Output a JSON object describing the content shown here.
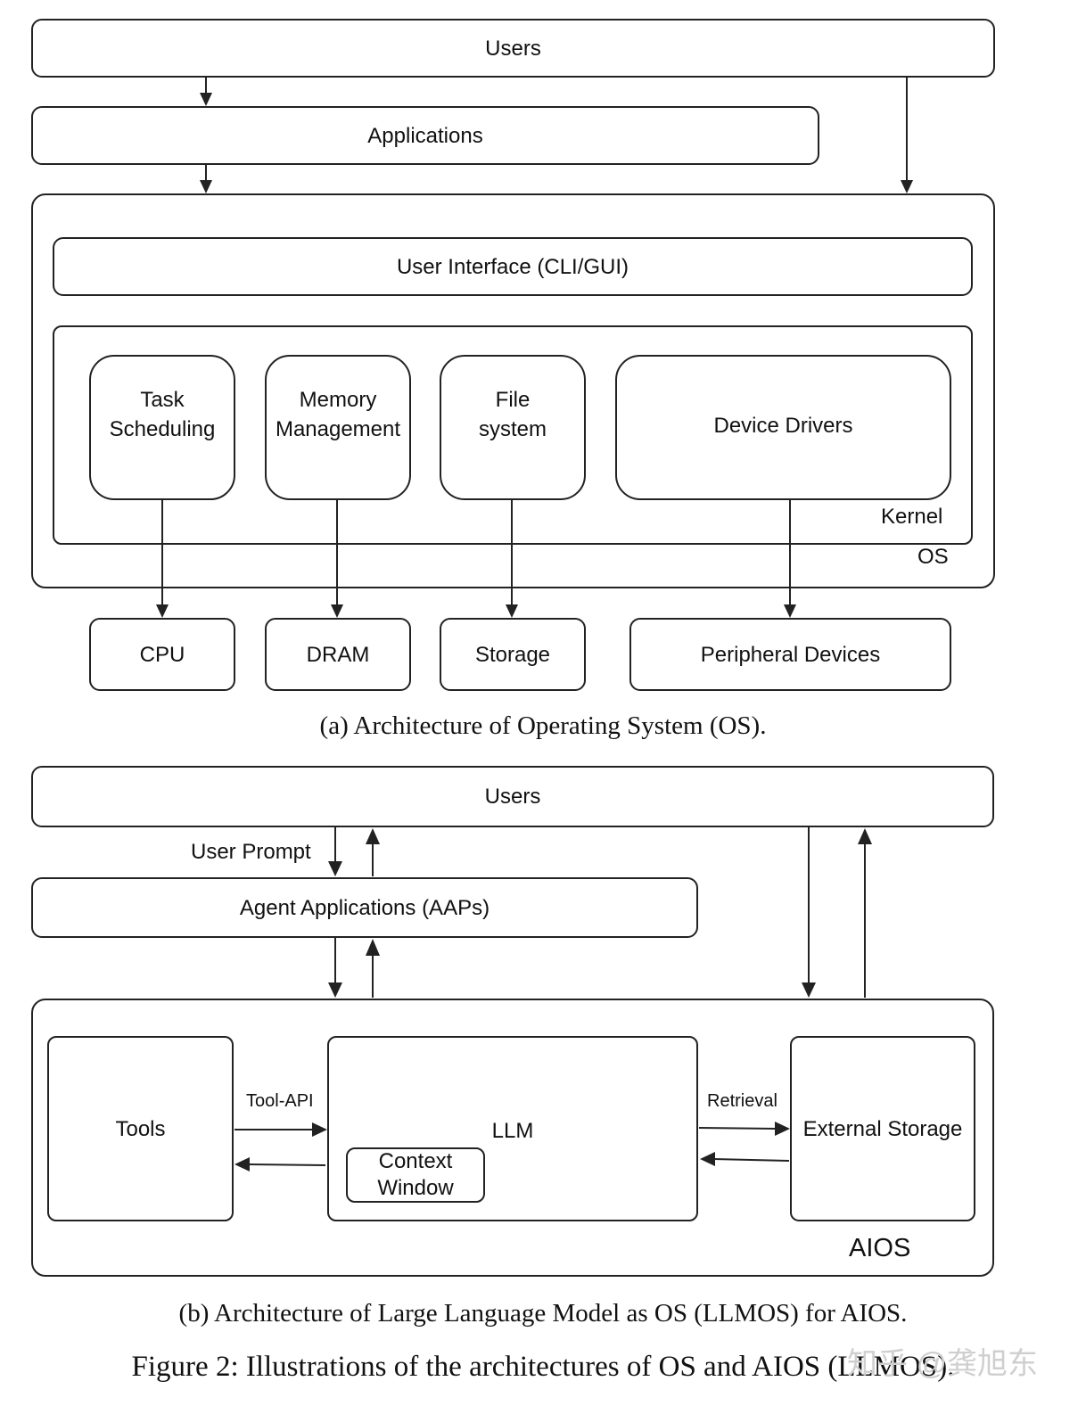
{
  "os": {
    "users": "Users",
    "applications": "Applications",
    "user_interface": "User Interface (CLI/GUI)",
    "task_scheduling": [
      "Task",
      "Scheduling"
    ],
    "memory_management": [
      "Memory",
      "Management"
    ],
    "file_system": [
      "File",
      "system"
    ],
    "device_drivers": "Device Drivers",
    "kernel": "Kernel",
    "os_label": "OS",
    "cpu": "CPU",
    "dram": "DRAM",
    "storage": "Storage",
    "peripheral_devices": "Peripheral Devices",
    "caption": "(a) Architecture of Operating System (OS)."
  },
  "aios": {
    "users": "Users",
    "user_prompt": "User Prompt",
    "agent_applications": "Agent Applications (AAPs)",
    "tools": "Tools",
    "tool_api": "Tool-API",
    "llm": "LLM",
    "context_window": [
      "Context",
      "Window"
    ],
    "retrieval": "Retrieval",
    "external_storage": "External Storage",
    "aios_label": "AIOS",
    "caption": "(b) Architecture of Large Language Model as OS (LLMOS) for AIOS."
  },
  "figure_caption": "Figure 2: Illustrations of the architectures of OS and AIOS (LLMOS).",
  "watermark": "知乎 @龚旭东"
}
